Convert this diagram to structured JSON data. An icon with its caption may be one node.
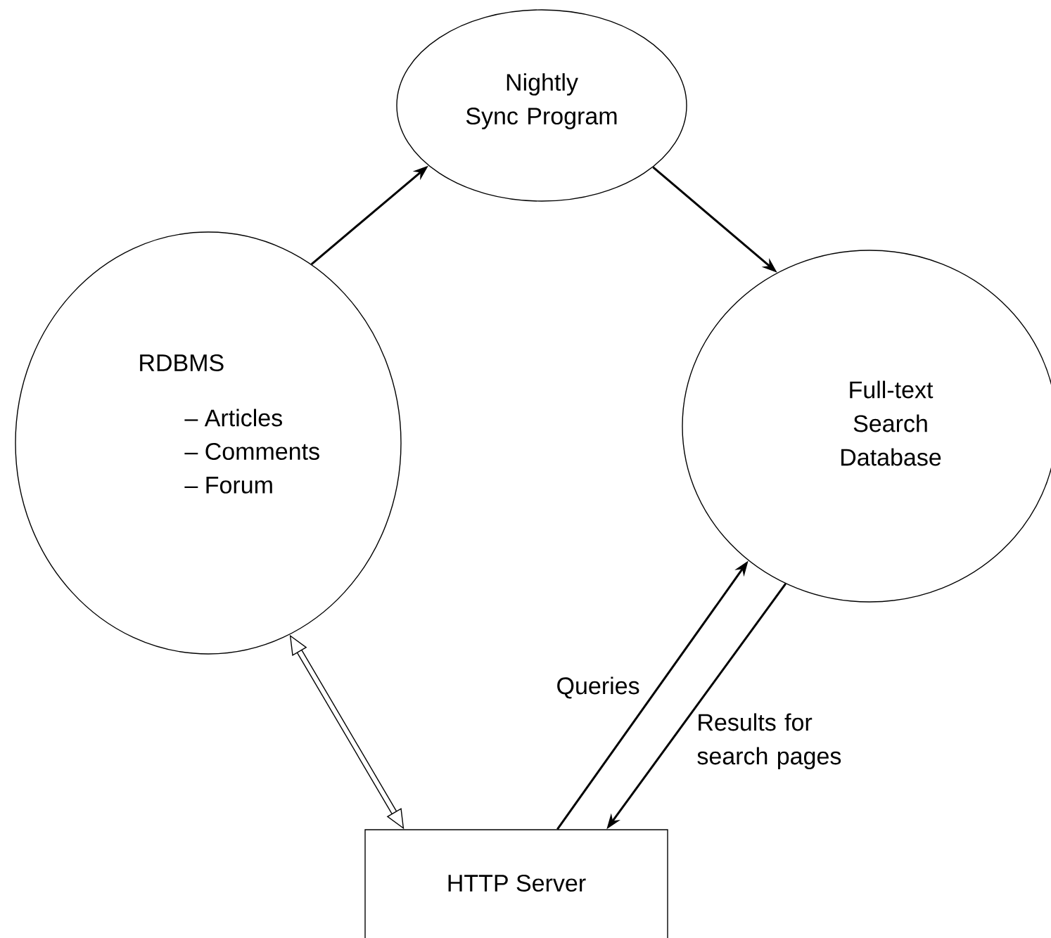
{
  "diagram": {
    "nodes": [
      {
        "text": [
          "Nightly Sync Program"
        ]
      },
      {
        "text": [
          "RDBMS",
          "– Articles",
          "– Comments",
          "– Forum"
        ]
      },
      {
        "text": [
          "Full-text Search Database"
        ]
      },
      {
        "text": [
          "HTTP Server"
        ]
      }
    ],
    "edges": [
      {
        "from": 1,
        "to": 0,
        "arrow": "to"
      },
      {
        "from": 0,
        "to": 2,
        "arrow": "to"
      },
      {
        "from": 1,
        "to": 3,
        "arrow": "both",
        "style": "thick"
      },
      {
        "from": 3,
        "to": 2,
        "arrow": "to",
        "label": "Queries"
      },
      {
        "from": 2,
        "to": 3,
        "arrow": "to",
        "label": "Results for search pages"
      }
    ]
  }
}
